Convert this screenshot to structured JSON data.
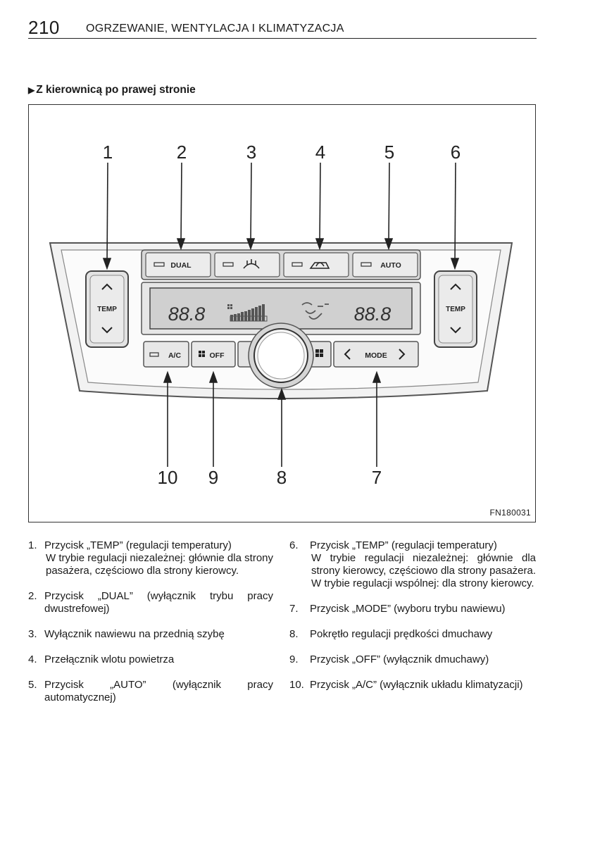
{
  "header": {
    "page_number": "210",
    "chapter_title": "OGRZEWANIE, WENTYLACJA I KLIMATYZACJA"
  },
  "section": {
    "title": "Z kierownicą po prawej stronie"
  },
  "figure": {
    "code": "FN180031",
    "callouts": [
      "1",
      "2",
      "3",
      "4",
      "5",
      "6",
      "7",
      "8",
      "9",
      "10"
    ],
    "panel": {
      "temp_label": "TEMP",
      "dual_label": "DUAL",
      "auto_label": "AUTO",
      "ac_label": "A/C",
      "off_label": "OFF",
      "mode_label": "MODE",
      "display_left": "88.8",
      "display_right": "88.8"
    }
  },
  "legend": {
    "left": [
      {
        "num": "1.",
        "lines": [
          "Przycisk „TEMP” (regulacji temperatury)",
          "W trybie regulacji niezależnej: głównie dla strony pasażera, częściowo dla strony kierowcy."
        ]
      },
      {
        "num": "2.",
        "lines": [
          "Przycisk „DUAL” (wyłącznik trybu pracy dwustrefowej)"
        ]
      },
      {
        "num": "3.",
        "lines": [
          "Wyłącznik nawiewu na przednią szybę"
        ]
      },
      {
        "num": "4.",
        "lines": [
          "Przełącznik wlotu powietrza"
        ]
      },
      {
        "num": "5.",
        "lines": [
          "Przycisk „AUTO” (wyłącznik pracy automatycznej)"
        ]
      }
    ],
    "right": [
      {
        "num": "6.",
        "lines": [
          "Przycisk „TEMP” (regulacji temperatury)",
          "W trybie regulacji niezależnej: głównie dla strony kierowcy, częściowo dla strony pasażera.",
          "W trybie regulacji wspólnej: dla strony kierowcy."
        ]
      },
      {
        "num": "7.",
        "lines": [
          "Przycisk „MODE” (wyboru trybu nawiewu)"
        ]
      },
      {
        "num": "8.",
        "lines": [
          "Pokrętło regulacji prędkości dmuchawy"
        ]
      },
      {
        "num": "9.",
        "lines": [
          "Przycisk „OFF” (wyłącznik dmuchawy)"
        ]
      },
      {
        "num": "10.",
        "lines": [
          "Przycisk „A/C” (wyłącznik układu klimatyzacji)"
        ]
      }
    ]
  }
}
